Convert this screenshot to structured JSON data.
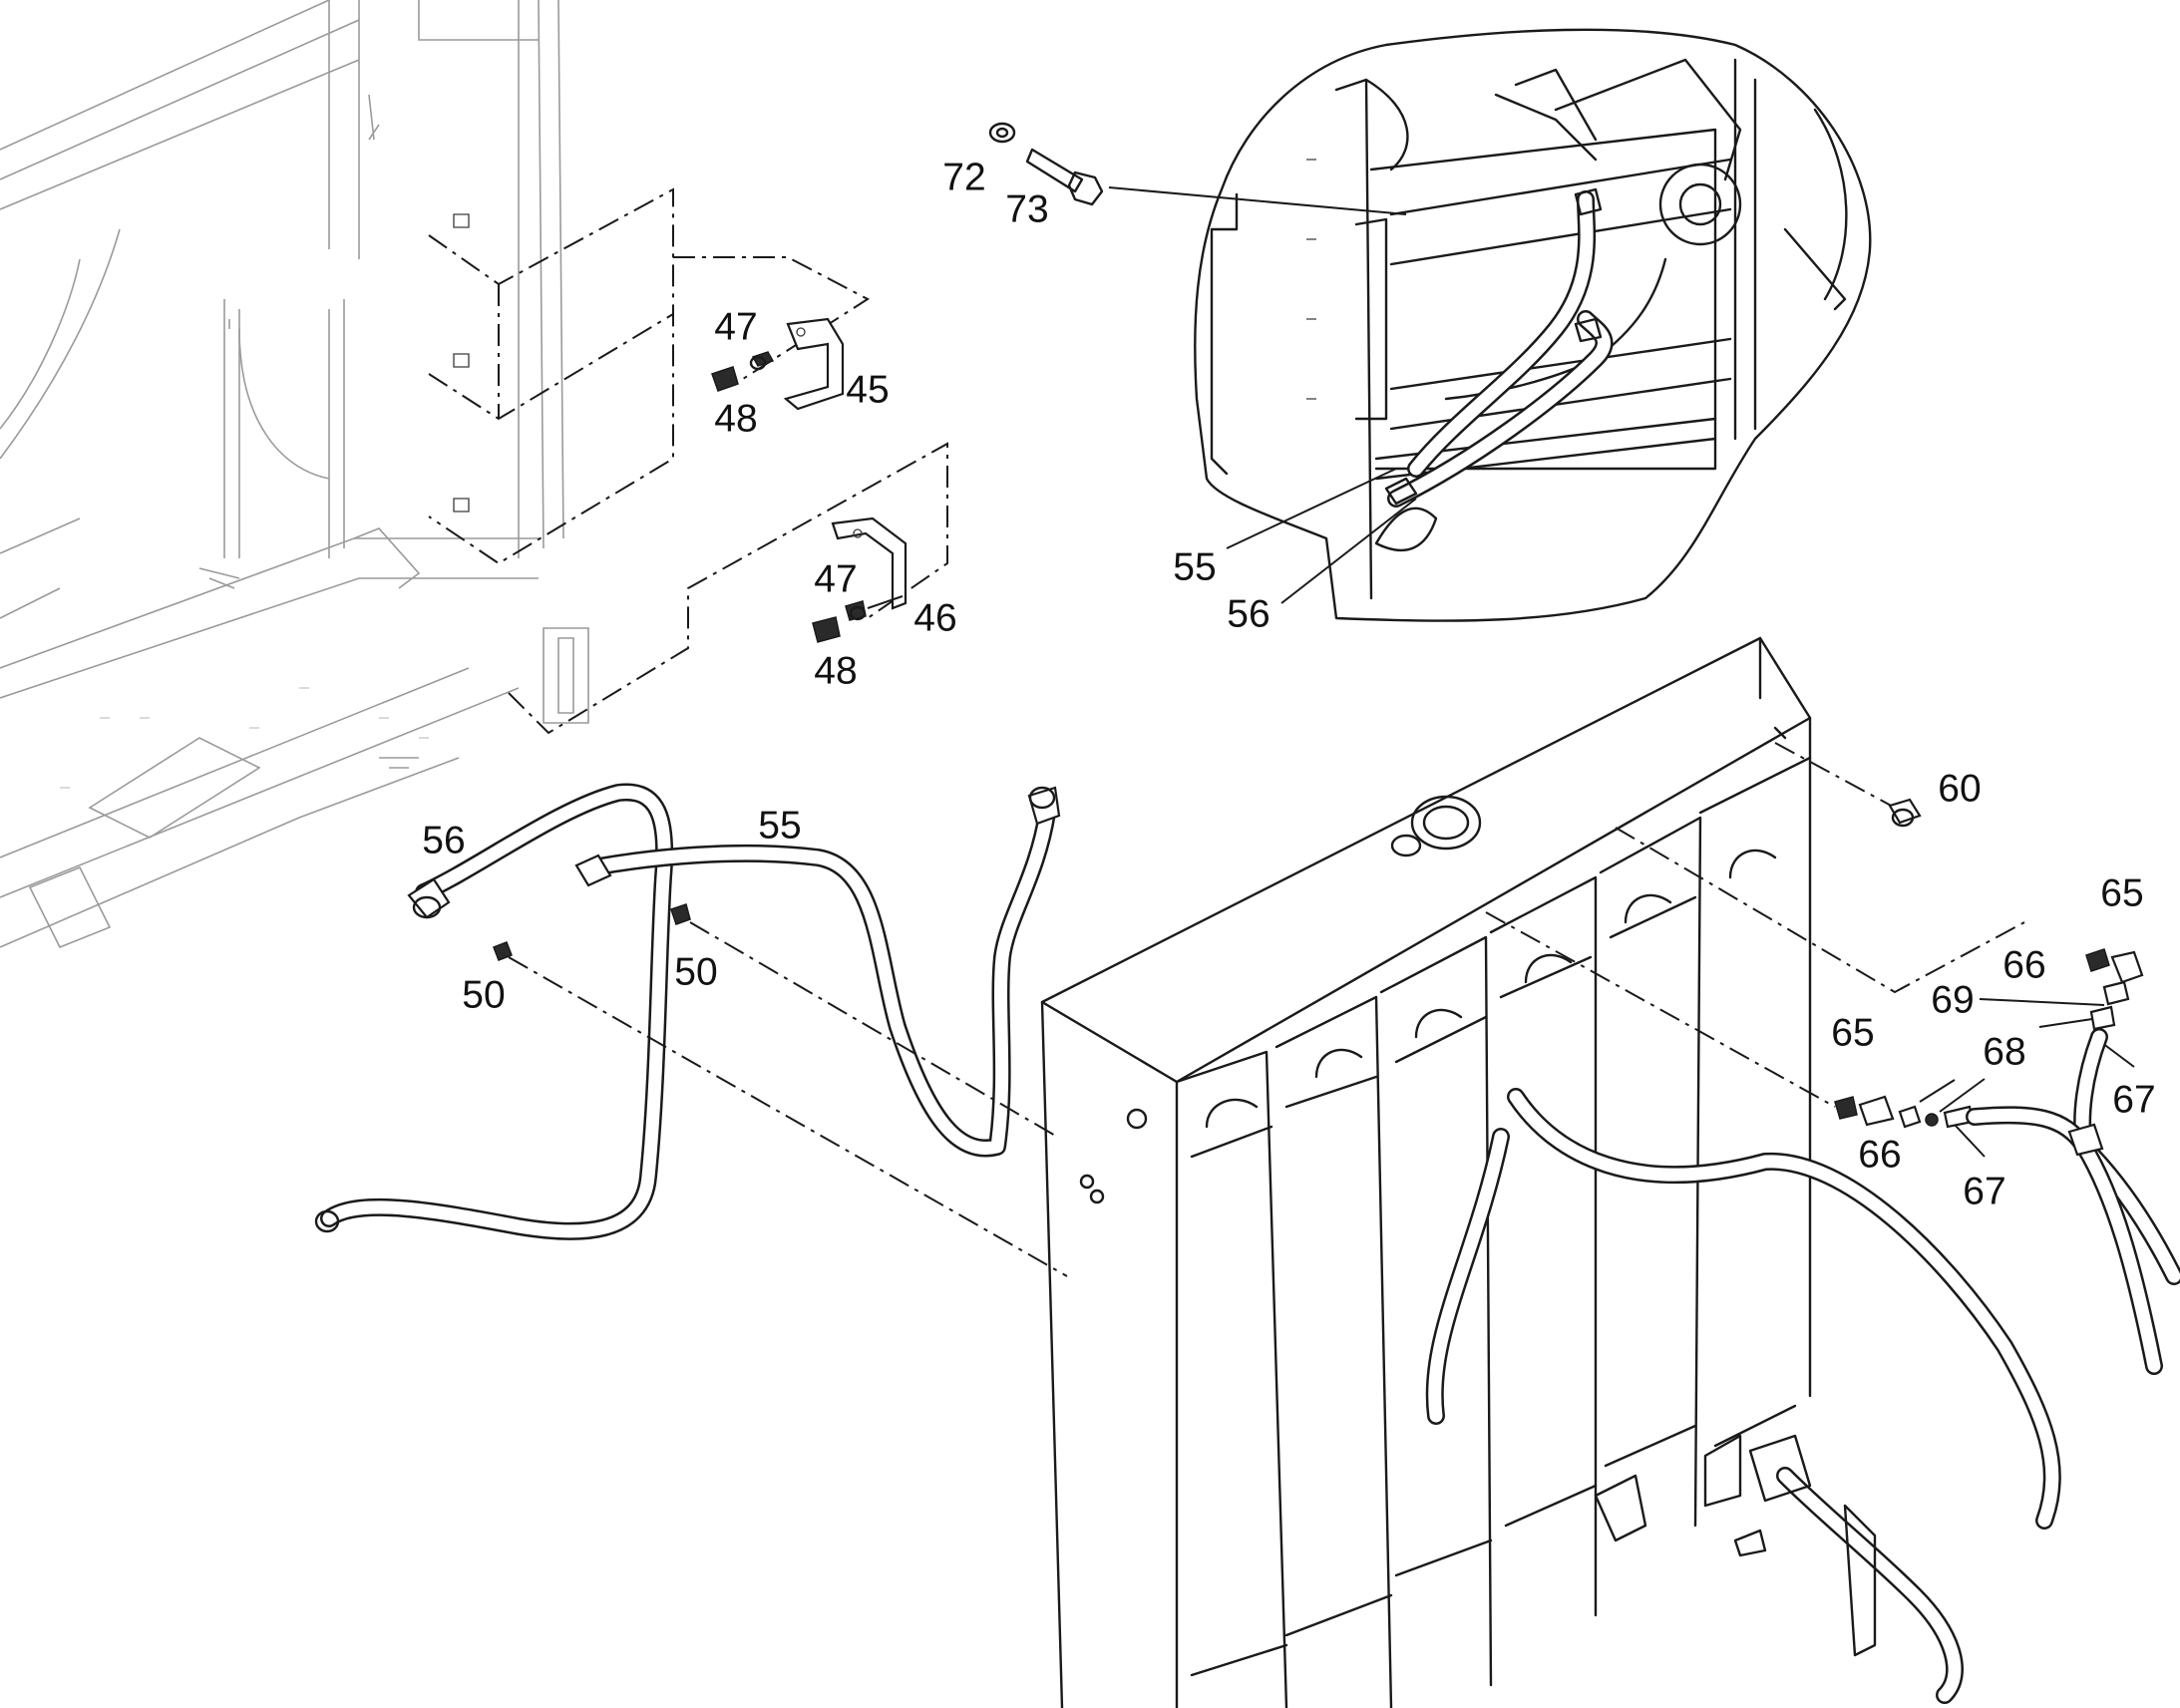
{
  "diagram": {
    "callouts": [
      {
        "id": "c-72",
        "text": "72"
      },
      {
        "id": "c-73",
        "text": "73"
      },
      {
        "id": "c-47a",
        "text": "47"
      },
      {
        "id": "c-48a",
        "text": "48"
      },
      {
        "id": "c-45",
        "text": "45"
      },
      {
        "id": "c-47b",
        "text": "47"
      },
      {
        "id": "c-48b",
        "text": "48"
      },
      {
        "id": "c-46",
        "text": "46"
      },
      {
        "id": "c-55-detail",
        "text": "55"
      },
      {
        "id": "c-56-detail",
        "text": "56"
      },
      {
        "id": "c-56",
        "text": "56"
      },
      {
        "id": "c-55",
        "text": "55"
      },
      {
        "id": "c-50a",
        "text": "50"
      },
      {
        "id": "c-50b",
        "text": "50"
      },
      {
        "id": "c-60",
        "text": "60"
      },
      {
        "id": "c-65a",
        "text": "65"
      },
      {
        "id": "c-66a",
        "text": "66"
      },
      {
        "id": "c-69",
        "text": "69"
      },
      {
        "id": "c-68",
        "text": "68"
      },
      {
        "id": "c-67a",
        "text": "67"
      },
      {
        "id": "c-65b",
        "text": "65"
      },
      {
        "id": "c-66b",
        "text": "66"
      },
      {
        "id": "c-67b",
        "text": "67"
      }
    ]
  }
}
